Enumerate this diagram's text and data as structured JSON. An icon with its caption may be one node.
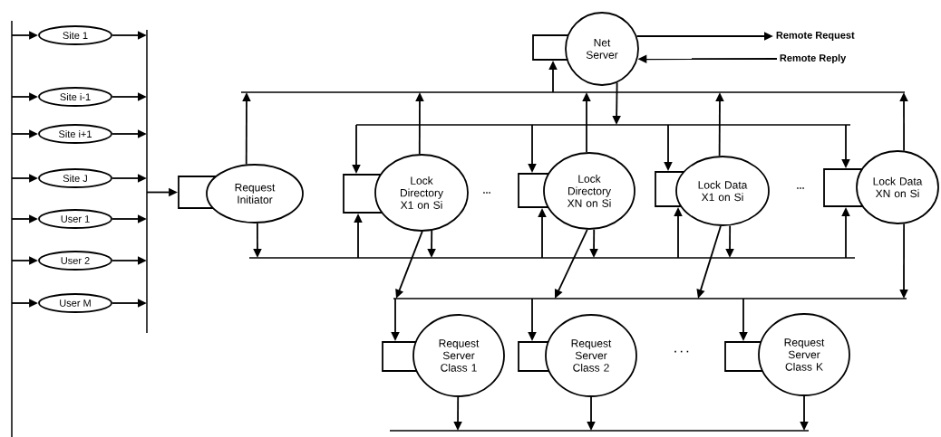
{
  "diagram": {
    "nodes": [
      {
        "text": [],
        "shape": "bar"
      },
      {
        "text": [
          "Site 1"
        ]
      },
      {
        "text": [
          "Site i-1"
        ]
      },
      {
        "text": [
          "Site i+1"
        ]
      },
      {
        "text": [
          "Site J"
        ]
      },
      {
        "text": [
          "User 1"
        ]
      },
      {
        "text": [
          "User 2"
        ]
      },
      {
        "text": [
          "User M"
        ]
      },
      {
        "text": [],
        "shape": "bar"
      },
      {
        "text": [
          "Net Server"
        ]
      },
      {
        "text": [
          "Remote Request"
        ]
      },
      {
        "text": [
          "Remote Reply"
        ]
      },
      {
        "text": [],
        "shape": "bar"
      },
      {
        "text": [
          "Request Initiator"
        ]
      },
      {
        "text": [],
        "shape": "bar"
      },
      {
        "text": [
          "Lock Directory X1 on Si"
        ]
      },
      {
        "text": [
          "Lock Directory XN on Si"
        ]
      },
      {
        "text": [
          "Lock Data X1 on Si"
        ]
      },
      {
        "text": [
          "Lock Data XN on Si"
        ]
      },
      {
        "text": [],
        "shape": "bar"
      },
      {
        "text": [],
        "shape": "bar"
      },
      {
        "text": [
          "Request Server Class 1"
        ]
      },
      {
        "text": [
          "Request Server Class 2"
        ]
      },
      {
        "text": [
          "Request Server Class K"
        ]
      },
      {
        "text": [],
        "shape": "bar"
      }
    ],
    "edges": [
      {
        "from": 0,
        "to": 1,
        "arrow": "to"
      },
      {
        "from": 0,
        "to": 2,
        "arrow": "to"
      },
      {
        "from": 0,
        "to": 3,
        "arrow": "to"
      },
      {
        "from": 0,
        "to": 4,
        "arrow": "to"
      },
      {
        "from": 0,
        "to": 5,
        "arrow": "to"
      },
      {
        "from": 0,
        "to": 6,
        "arrow": "to"
      },
      {
        "from": 0,
        "to": 7,
        "arrow": "to"
      },
      {
        "from": 1,
        "to": 8,
        "arrow": "to"
      },
      {
        "from": 2,
        "to": 8,
        "arrow": "to"
      },
      {
        "from": 3,
        "to": 8,
        "arrow": "to"
      },
      {
        "from": 4,
        "to": 8,
        "arrow": "to"
      },
      {
        "from": 5,
        "to": 8,
        "arrow": "to"
      },
      {
        "from": 6,
        "to": 8,
        "arrow": "to"
      },
      {
        "from": 7,
        "to": 8,
        "arrow": "to"
      },
      {
        "from": 8,
        "to": 13,
        "arrow": "to"
      },
      {
        "from": 9,
        "to": 10,
        "arrow": "to"
      },
      {
        "from": 11,
        "to": 9,
        "arrow": "to"
      },
      {
        "from": 12,
        "to": 9,
        "arrow": "to"
      },
      {
        "from": 9,
        "to": 14,
        "arrow": "to"
      },
      {
        "from": 13,
        "to": 12,
        "arrow": "to"
      },
      {
        "from": 13,
        "to": 19,
        "arrow": "to"
      },
      {
        "from": 14,
        "to": 15,
        "arrow": "to"
      },
      {
        "from": 19,
        "to": 15,
        "arrow": "to"
      },
      {
        "from": 15,
        "to": 12,
        "arrow": "to"
      },
      {
        "from": 15,
        "to": 19,
        "arrow": "to"
      },
      {
        "from": 15,
        "to": 20,
        "arrow": "to"
      },
      {
        "from": 14,
        "to": 16,
        "arrow": "to"
      },
      {
        "from": 19,
        "to": 16,
        "arrow": "to"
      },
      {
        "from": 16,
        "to": 12,
        "arrow": "to"
      },
      {
        "from": 16,
        "to": 19,
        "arrow": "to"
      },
      {
        "from": 16,
        "to": 20,
        "arrow": "to"
      },
      {
        "from": 14,
        "to": 17,
        "arrow": "to"
      },
      {
        "from": 19,
        "to": 17,
        "arrow": "to"
      },
      {
        "from": 17,
        "to": 12,
        "arrow": "to"
      },
      {
        "from": 17,
        "to": 19,
        "arrow": "to"
      },
      {
        "from": 17,
        "to": 20,
        "arrow": "to"
      },
      {
        "from": 14,
        "to": 18,
        "arrow": "to"
      },
      {
        "from": 19,
        "to": 18,
        "arrow": "to"
      },
      {
        "from": 18,
        "to": 12,
        "arrow": "to"
      },
      {
        "from": 18,
        "to": 20,
        "arrow": "to"
      },
      {
        "from": 20,
        "to": 21,
        "arrow": "to"
      },
      {
        "from": 21,
        "to": 24,
        "arrow": "to"
      },
      {
        "from": 20,
        "to": 22,
        "arrow": "to"
      },
      {
        "from": 22,
        "to": 24,
        "arrow": "to"
      },
      {
        "from": 20,
        "to": 23,
        "arrow": "to"
      },
      {
        "from": 23,
        "to": 24,
        "arrow": "to"
      }
    ],
    "labels": [
      "...",
      "...",
      "· · ·"
    ]
  }
}
